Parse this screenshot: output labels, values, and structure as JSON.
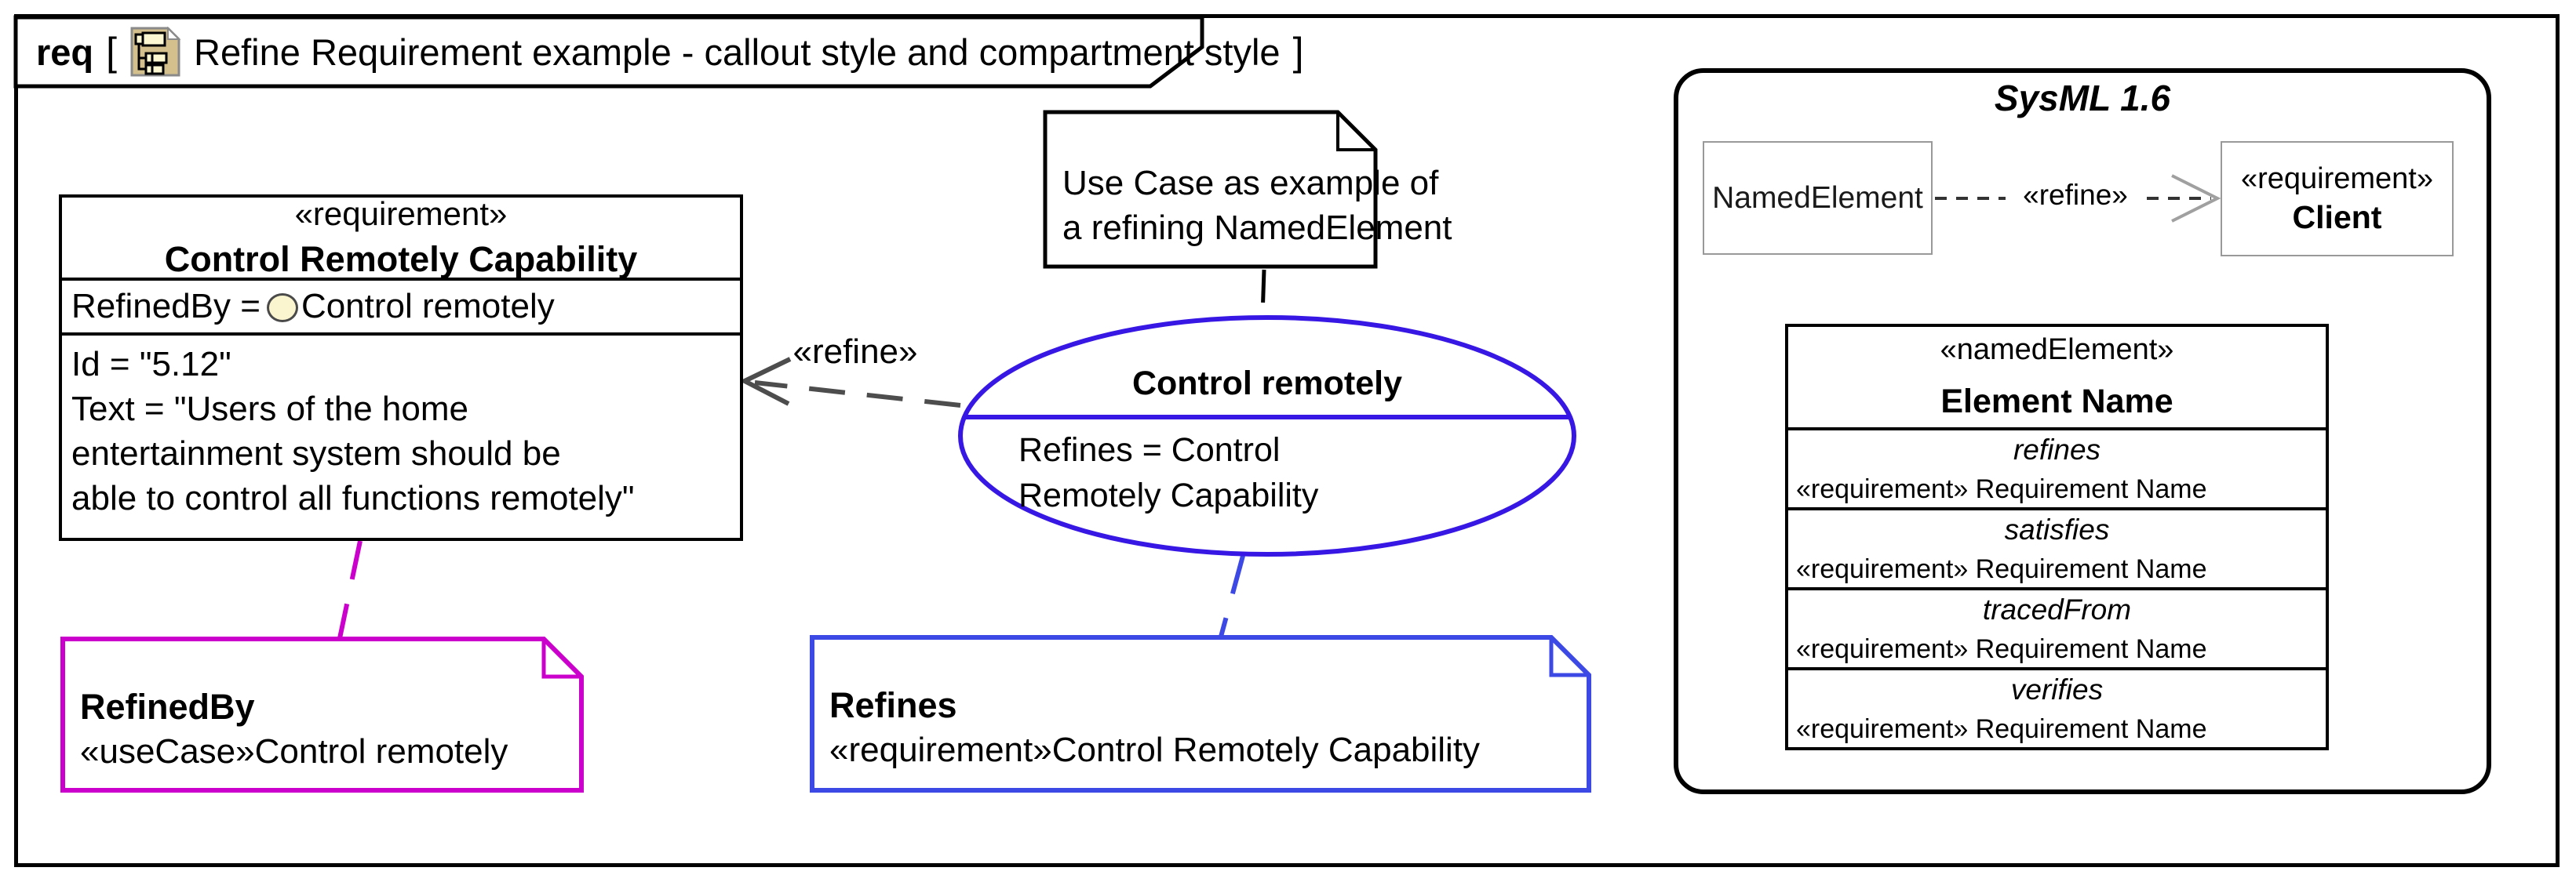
{
  "frame": {
    "keyword": "req",
    "open_bracket": "[",
    "close_bracket": "]",
    "title": "Refine Requirement example - callout style and compartment style"
  },
  "requirement_box": {
    "stereotype": "«requirement»",
    "name": "Control Remotely Capability",
    "refined_by_prefix": "RefinedBy = ",
    "refined_by_value": "Control remotely",
    "id_line": "Id = \"5.12\"",
    "text_line_1": "Text = \"Users of the home",
    "text_line_2": "entertainment system should be",
    "text_line_3": "able to control all functions remotely\""
  },
  "refine_edge": {
    "label": "«refine»"
  },
  "use_case_note": {
    "line_1": "Use Case as example of",
    "line_2": "a refining NamedElement"
  },
  "use_case_ellipse": {
    "name": "Control remotely",
    "line_1": "Refines = Control",
    "line_2": "Remotely Capability"
  },
  "refined_by_note": {
    "title": "RefinedBy",
    "body": "«useCase»Control remotely"
  },
  "refines_note": {
    "title": "Refines",
    "body": "«requirement»Control Remotely Capability"
  },
  "sysml_panel": {
    "title": "SysML 1.6",
    "named_element_label": "NamedElement",
    "edge_label": "«refine»",
    "client_stereotype": "«requirement»",
    "client_name": "Client",
    "compartments": {
      "stereotype": "«namedElement»",
      "name": "Element Name",
      "rows": [
        {
          "label": "refines",
          "value": "«requirement» Requirement Name"
        },
        {
          "label": "satisfies",
          "value": "«requirement» Requirement Name"
        },
        {
          "label": "tracedFrom",
          "value": "«requirement» Requirement Name"
        },
        {
          "label": "verifies",
          "value": "«requirement» Requirement Name"
        }
      ]
    }
  },
  "colors": {
    "ellipse_blue": "#3617e3",
    "note_blue": "#3d49e4",
    "note_magenta": "#cc00cc",
    "edge_gray": "#4d4d4d",
    "icon_tan": "#d4c08c",
    "icon_pale_yellow": "#fdf8d2"
  }
}
